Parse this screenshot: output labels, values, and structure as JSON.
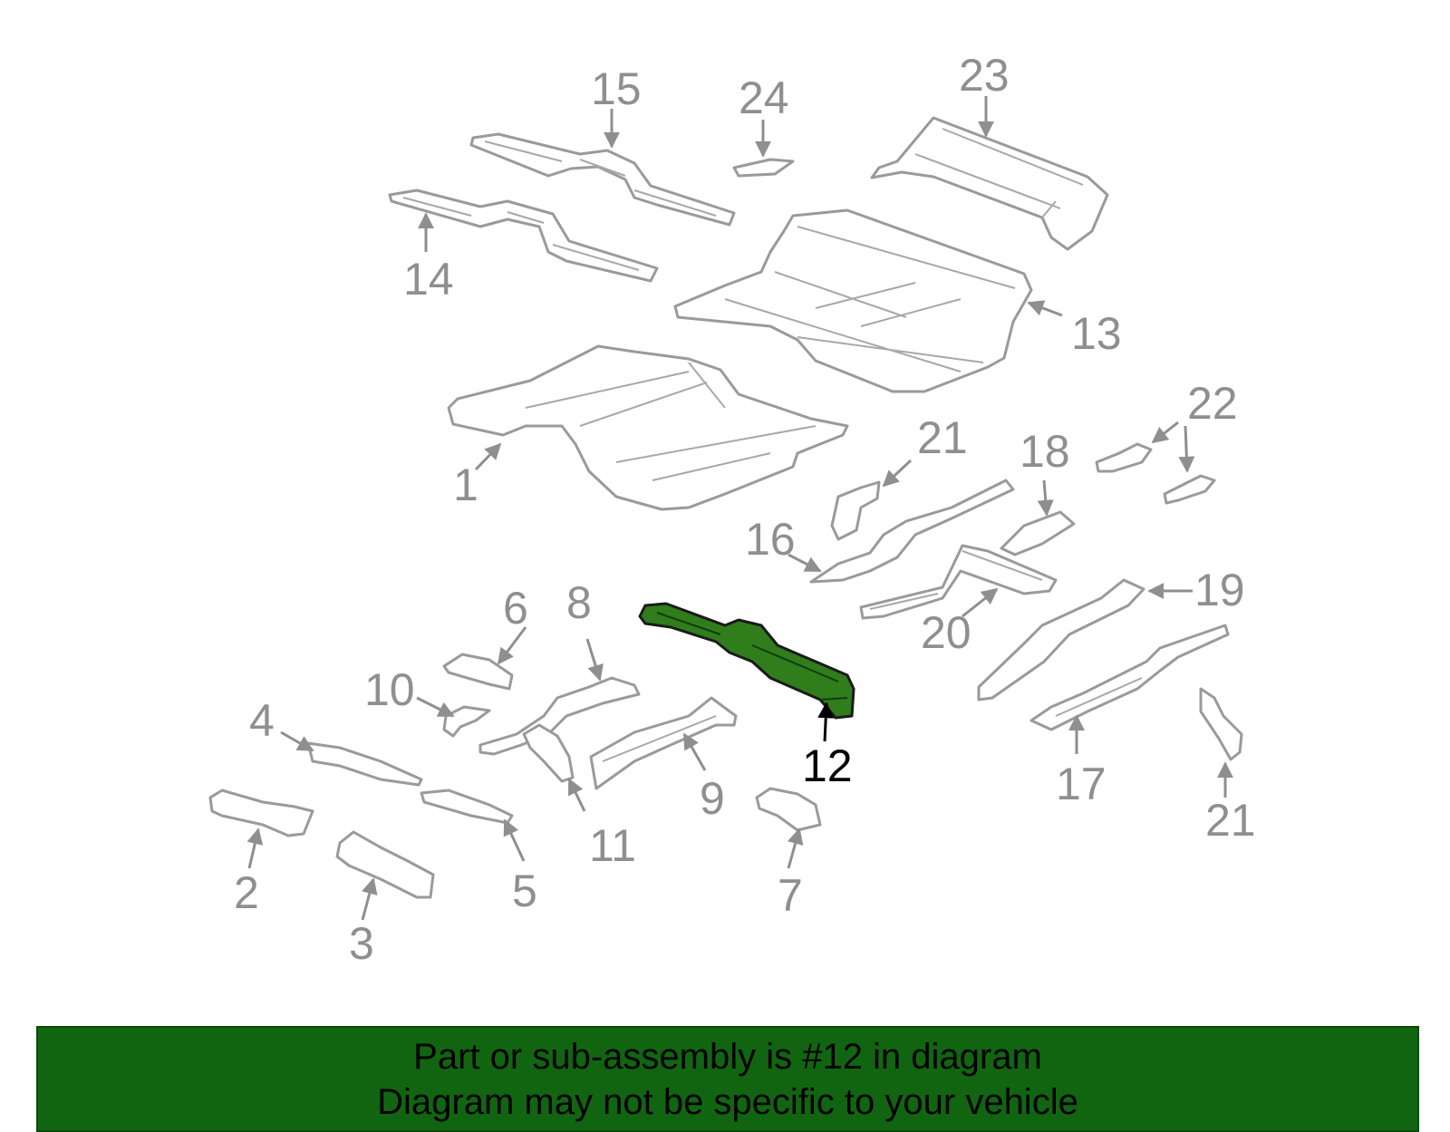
{
  "colors": {
    "highlight": "#2f7d1b",
    "highlight_stroke": "#1a1a1a",
    "part_stroke": "#9a9a9a",
    "label_gray": "#8f8f8f",
    "label_active": "#000000",
    "banner_bg": "#116511"
  },
  "callouts": {
    "c1": "1",
    "c2": "2",
    "c3": "3",
    "c4": "4",
    "c5": "5",
    "c6": "6",
    "c7": "7",
    "c8": "8",
    "c9": "9",
    "c10": "10",
    "c11": "11",
    "c12": "12",
    "c13": "13",
    "c14": "14",
    "c15": "15",
    "c16": "16",
    "c17": "17",
    "c18": "18",
    "c19": "19",
    "c20": "20",
    "c21a": "21",
    "c21b": "21",
    "c22": "22",
    "c23": "23",
    "c24": "24"
  },
  "highlighted_part": "12",
  "banner": {
    "line1": "Part or sub-assembly is #12 in diagram",
    "line2": "Diagram may not be specific to your vehicle"
  }
}
